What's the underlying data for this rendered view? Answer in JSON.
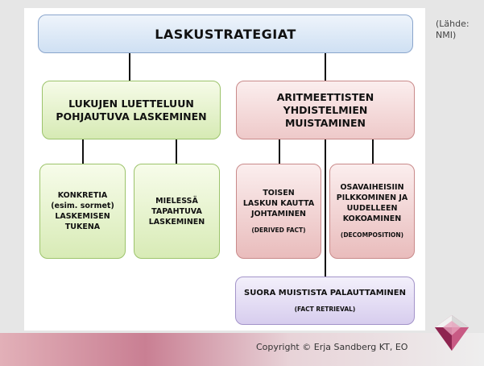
{
  "source_note": [
    "(Lähde:",
    "NMI)"
  ],
  "title": "LASKUSTRATEGIAT",
  "left_branch": {
    "title": [
      "LUKUJEN LUETTELUUN",
      "POHJAUTUVA LASKEMINEN"
    ],
    "children": [
      {
        "lines": [
          "KONKRETIA",
          "(esim. sormet)",
          "LASKEMISEN",
          "TUKENA"
        ]
      },
      {
        "lines": [
          "MIELESSÄ",
          "TAPAHTUVA",
          "LASKEMINEN"
        ]
      }
    ]
  },
  "right_branch": {
    "title": [
      "ARITMEETTISTEN YHDISTELMIEN",
      "MUISTAMINEN"
    ],
    "children": [
      {
        "lines": [
          "TOISEN",
          "LASKUN KAUTTA",
          "JOHTAMINEN"
        ],
        "note": "(DERIVED FACT)"
      },
      {
        "lines": [
          "OSAVAIHEISIIN",
          "PILKKOMINEN JA",
          "UUDELLEEN",
          "KOKOAMINEN"
        ],
        "note": "(DECOMPOSITION)"
      }
    ],
    "bottom": {
      "label": "SUORA MUISTISTA PALAUTTAMINEN",
      "note": "(FACT RETRIEVAL)"
    }
  },
  "footer": {
    "copyright": "Copyright © Erja Sandberg KT, EO"
  },
  "colors": {
    "title_bg": "#cfe0f3",
    "green": "#d6eab4",
    "red": "#eec9c9",
    "purple": "#d7cdee",
    "footer_accent": "#c97f93"
  },
  "icons": {
    "logo": "diamond-gem-icon"
  }
}
